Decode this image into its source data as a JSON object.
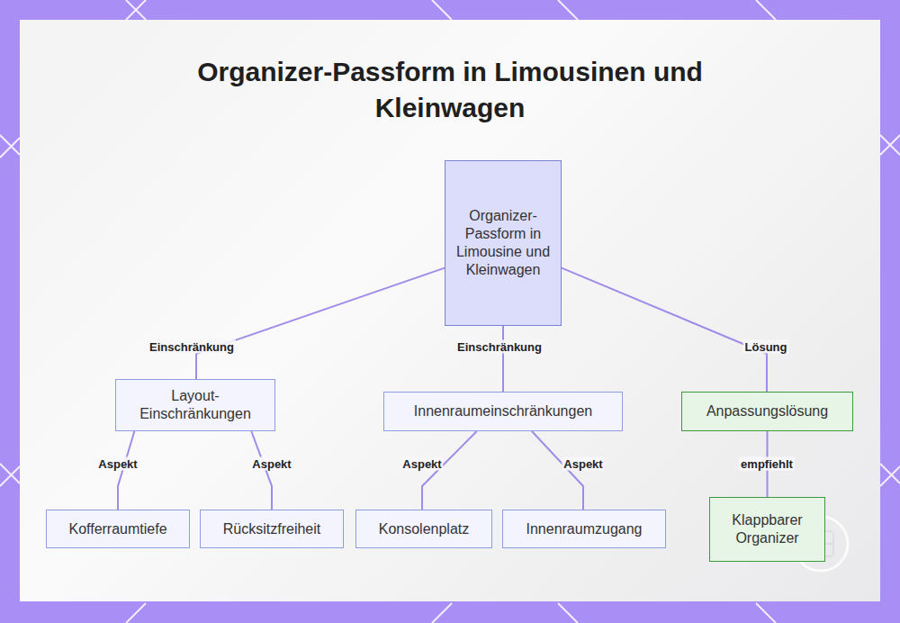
{
  "diagram": {
    "title": "Organizer-Passform in Limousinen und Kleinwagen",
    "nodes": [
      {
        "text": [
          "Organizer- Passform in Limousine und Kleinwagen"
        ]
      },
      {
        "text": [
          "Layout- Einschränkungen"
        ]
      },
      {
        "text": [
          "Innenraumeinschränkungen"
        ]
      },
      {
        "text": [
          "Anpassungslösung"
        ]
      },
      {
        "text": [
          "Kofferraumtiefe"
        ]
      },
      {
        "text": [
          "Rücksitzfreiheit"
        ]
      },
      {
        "text": [
          "Konsolenplatz"
        ]
      },
      {
        "text": [
          "Innenraumzugang"
        ]
      },
      {
        "text": [
          "Klappbarer Organizer"
        ]
      }
    ],
    "edges": [
      {
        "from": 0,
        "to": 1,
        "label": "Einschränkung",
        "arrow": "none"
      },
      {
        "from": 0,
        "to": 2,
        "label": "Einschränkung",
        "arrow": "none"
      },
      {
        "from": 0,
        "to": 3,
        "label": "Lösung",
        "arrow": "none"
      },
      {
        "from": 1,
        "to": 4,
        "label": "Aspekt",
        "arrow": "none"
      },
      {
        "from": 1,
        "to": 5,
        "label": "Aspekt",
        "arrow": "none"
      },
      {
        "from": 2,
        "to": 6,
        "label": "Aspekt",
        "arrow": "none"
      },
      {
        "from": 2,
        "to": 7,
        "label": "Aspekt",
        "arrow": "none"
      },
      {
        "from": 3,
        "to": 8,
        "label": "empfiehlt",
        "arrow": "none"
      }
    ]
  }
}
